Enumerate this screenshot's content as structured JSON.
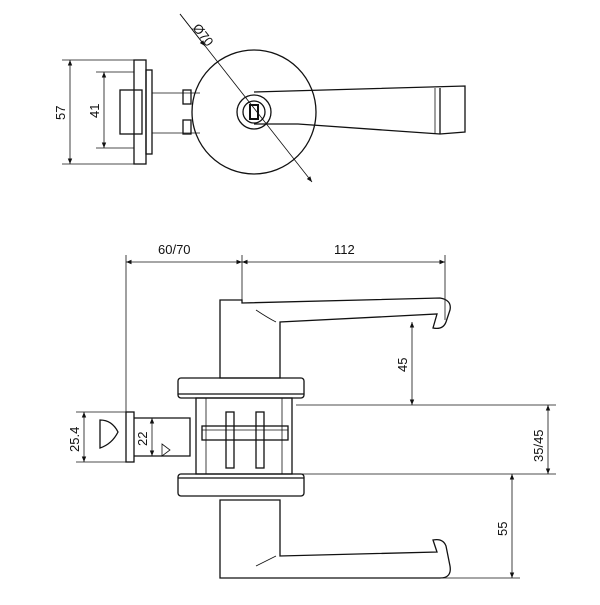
{
  "top_view": {
    "diameter_label": "Ø70",
    "height_outer_label": "57",
    "height_inner_label": "41"
  },
  "side_view": {
    "rose_offset_label": "60/70",
    "lever_length_label": "112",
    "upper_height_label": "45",
    "door_thickness_label": "35/45",
    "lower_height_label": "55",
    "latch_outer_label": "25.4",
    "latch_inner_label": "22"
  }
}
